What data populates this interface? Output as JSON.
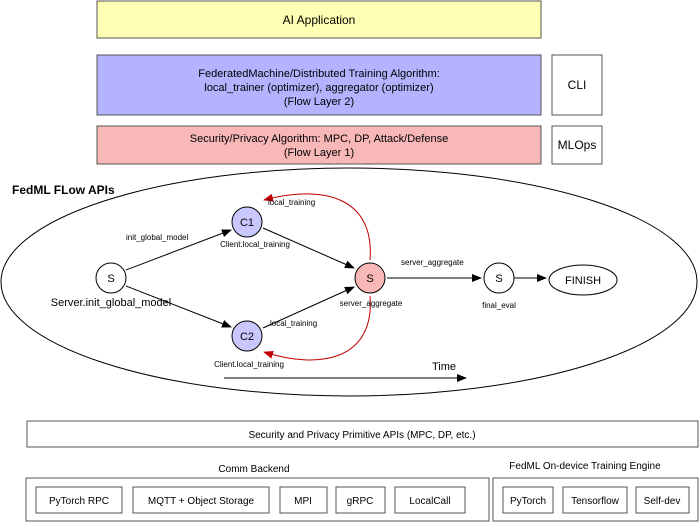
{
  "layers": {
    "ai_app": "AI Application",
    "fl2": [
      "FederatedMachine/Distributed Training Algorithm:",
      "local_trainer (optimizer), aggregator (optimizer)",
      "(Flow Layer 2)"
    ],
    "fl1": [
      "Security/Privacy Algorithm: MPC, DP, Attack/Defense",
      "(Flow Layer 1)"
    ],
    "cli": "CLI",
    "mlops": "MLOps"
  },
  "flow": {
    "title": "FedML FLow APIs",
    "nodes": {
      "s_start": "S",
      "s_start_caption": "Server.init_global_model",
      "c1": "C1",
      "c1_caption": "Client.local_training",
      "c2": "C2",
      "c2_caption": "Client.local_training",
      "s_agg": "S",
      "s_agg_caption": "server_aggregate",
      "s_final": "S",
      "s_final_caption": "final_eval",
      "finish": "FINISH"
    },
    "edges": {
      "init_global_model": "init_global_model",
      "local_training_loop_top": "local_training",
      "local_training_bottom": "local_training",
      "server_aggregate": "server_aggregate"
    },
    "time_label": "Time"
  },
  "primitives": "Security and Privacy Primitive APIs (MPC, DP, etc.)",
  "comm": {
    "title": "Comm Backend",
    "items": [
      "PyTorch RPC",
      "MQTT + Object Storage",
      "MPI",
      "gRPC",
      "LocalCall"
    ]
  },
  "engine": {
    "title": "FedML On-device Training Engine",
    "items": [
      "PyTorch",
      "Tensorflow",
      "Self-dev"
    ]
  },
  "colors": {
    "ai_app_fill": "#ffffb3",
    "fl2_fill": "#b3b3ff",
    "fl1_fill": "#f8b8b8",
    "client_node": "#c8c8ff",
    "agg_node": "#f8b8b8",
    "loop_arrow": "#c00000"
  }
}
